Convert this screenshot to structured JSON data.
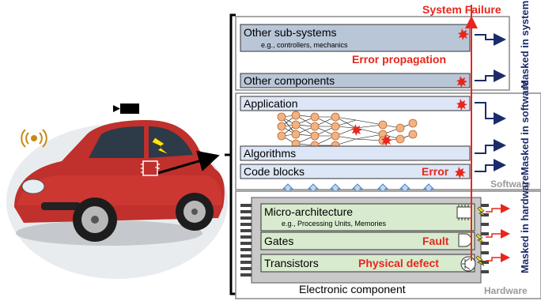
{
  "top_label": "System Failure",
  "system": {
    "other_subsystems": "Other sub-systems",
    "other_subsystems_example": "e.g., controllers, mechanics",
    "error_propagation": "Error propagation",
    "other_components": "Other components",
    "masked_label": "Masked in system"
  },
  "software": {
    "application": "Application",
    "algorithms": "Algorithms",
    "code_blocks": "Code blocks",
    "error": "Error",
    "layer_name": "Software",
    "masked_label": "Masked in software"
  },
  "hardware": {
    "micro_architecture": "Micro-architecture",
    "micro_architecture_example": "e.g., Processing Units, Memories",
    "gates": "Gates",
    "fault": "Fault",
    "transistors": "Transistors",
    "physical_defect": "Physical defect",
    "component_caption": "Electronic component",
    "layer_name": "Hardware",
    "masked_label": "Masked in hardware"
  },
  "colors": {
    "red": "#e8261c",
    "navy": "#1b2b6b",
    "system_fill": "#b9c6d8",
    "software_fill": "#dce6f6",
    "hardware_fill": "#d9ebcf",
    "chip_fill": "#c9c9c9",
    "neuron": "#f4b183"
  },
  "icons": [
    "car-image",
    "wifi-signal-icon",
    "chip-icon",
    "lightning-icon",
    "explosion-icon",
    "neural-network-icon",
    "transistor-icon"
  ]
}
